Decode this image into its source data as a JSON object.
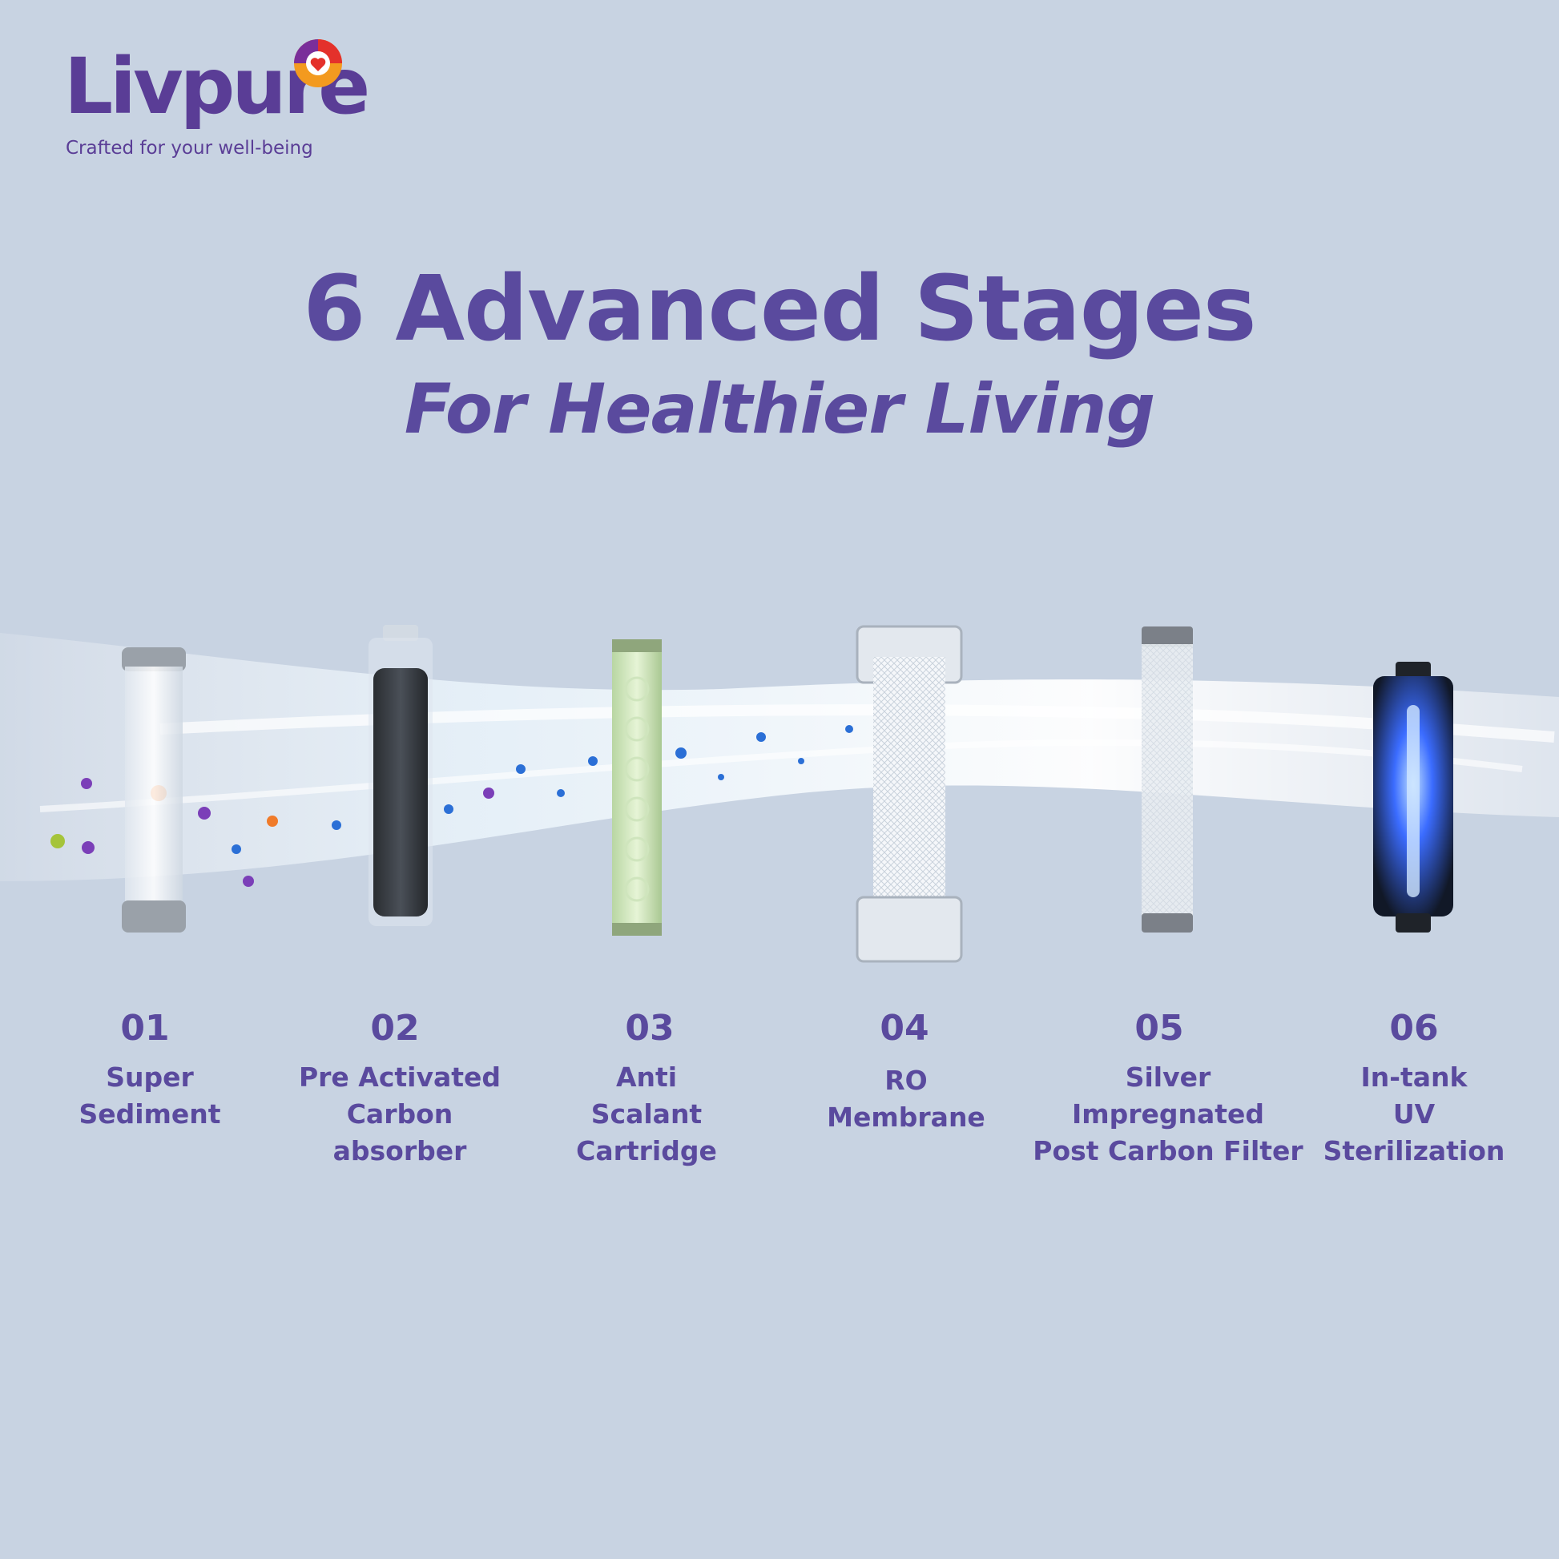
{
  "brand": {
    "name": "Livpure",
    "tagline": "Crafted for your well-being",
    "primary_color": "#5a3d96",
    "accent_colors": [
      "#e4312b",
      "#f39a1f",
      "#7a2e9a"
    ]
  },
  "headline": {
    "title": "6 Advanced Stages",
    "subtitle": "For Healthier Living"
  },
  "stages": [
    {
      "number": "01",
      "label_lines": [
        "Super",
        "Sediment"
      ],
      "filter_icon": "sediment-filter-icon"
    },
    {
      "number": "02",
      "label_lines": [
        "Pre Activated",
        "Carbon",
        "absorber"
      ],
      "filter_icon": "carbon-filter-icon"
    },
    {
      "number": "03",
      "label_lines": [
        "Anti",
        "Scalant",
        "Cartridge"
      ],
      "filter_icon": "anti-scalant-cartridge-icon"
    },
    {
      "number": "04",
      "label_lines": [
        "RO",
        "Membrane"
      ],
      "filter_icon": "ro-membrane-icon"
    },
    {
      "number": "05",
      "label_lines": [
        "Silver Impregnated",
        "Post Carbon Filter"
      ],
      "filter_icon": "post-carbon-filter-icon"
    },
    {
      "number": "06",
      "label_lines": [
        "In-tank",
        "UV",
        "Sterilization"
      ],
      "filter_icon": "uv-lamp-icon"
    }
  ],
  "colors": {
    "background": "#c8d3e2",
    "text": "#5a4a9e"
  }
}
